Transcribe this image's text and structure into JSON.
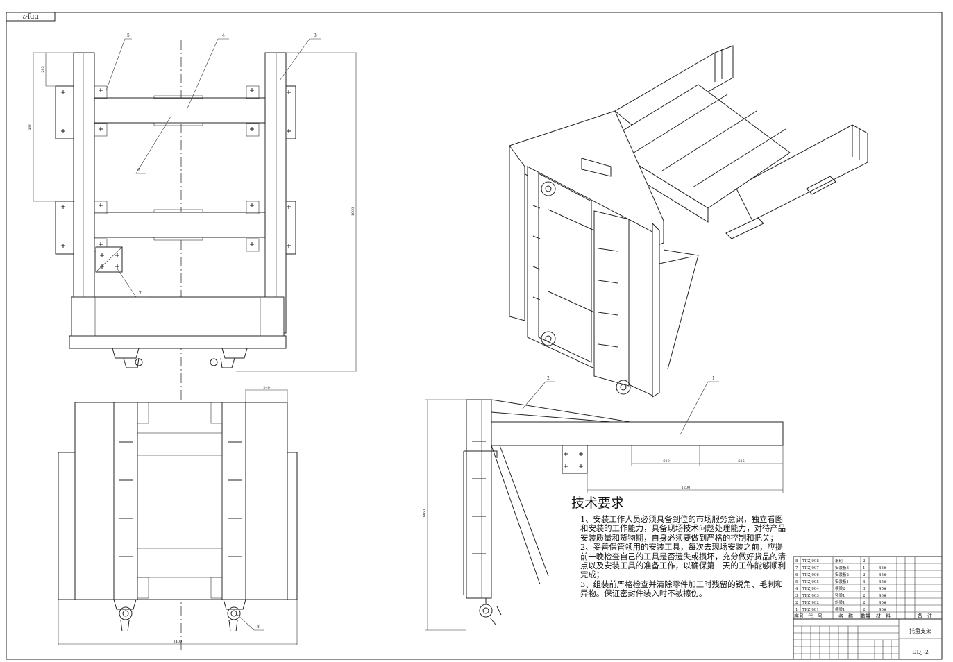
{
  "drawing_code_box": "DDJ-2",
  "balloons": [
    "1",
    "2",
    "3",
    "4",
    "5",
    "6",
    "7",
    "8"
  ],
  "dimensions": {
    "top_height_small": "285",
    "top_height_mid": "900",
    "top_height_total": "1800",
    "bottom_width_top": "240",
    "bottom_width_total": "1400",
    "side_height": "1460",
    "side_len_a": "600",
    "side_len_b": "535",
    "side_len_total": "1200"
  },
  "tech_requirements": {
    "title": "技术要求",
    "items": [
      "1、安装工作人员必须具备到位的市场服务意识，独立看图和安装的工作能力，具备现场技术问题处理能力，对待产品安装质量和货物期，自身必须要做到严格的控制和把关；",
      "2、妥善保管领用的安装工具，每次去现场安装之前，应提前一晚检查自己的工具是否遗失或损坏，充分做好货品的清点以及安装工具的准备工作，以确保第二天的工作能够顺利完成；",
      "3、组装前严格检查并清除零件加工时残留的锐角、毛刺和异物。保证密封件装入时不被擦伤。"
    ]
  },
  "bom": {
    "rows": [
      {
        "no": "8",
        "code": "TPZJ008",
        "name": "滚轮",
        "qty": "2",
        "material": ""
      },
      {
        "no": "7",
        "code": "TPZJ007",
        "name": "安装板3",
        "qty": "1",
        "material": "45#"
      },
      {
        "no": "6",
        "code": "TPZJ006",
        "name": "安装板2",
        "qty": "2",
        "material": "45#"
      },
      {
        "no": "5",
        "code": "TPZJ005",
        "name": "安装板1",
        "qty": "4",
        "material": "45#"
      },
      {
        "no": "4",
        "code": "TPZJ004",
        "name": "横梁2",
        "qty": "3",
        "material": "45#"
      },
      {
        "no": "3",
        "code": "TPZJ003",
        "name": "竖梁1",
        "qty": "2",
        "material": "45#"
      },
      {
        "no": "2",
        "code": "TPZJ002",
        "name": "斜梁1",
        "qty": "2",
        "material": "45#"
      },
      {
        "no": "1",
        "code": "TPZJ001",
        "name": "横梁1",
        "qty": "2",
        "material": "45#"
      }
    ],
    "header": {
      "no": "序号",
      "code": "代　号",
      "name": "名　称",
      "qty": "数量",
      "material": "材　料",
      "note": "备　注"
    }
  },
  "title_block": {
    "drawing_name": "托盘支架",
    "drawing_code": "DDJ-2"
  }
}
